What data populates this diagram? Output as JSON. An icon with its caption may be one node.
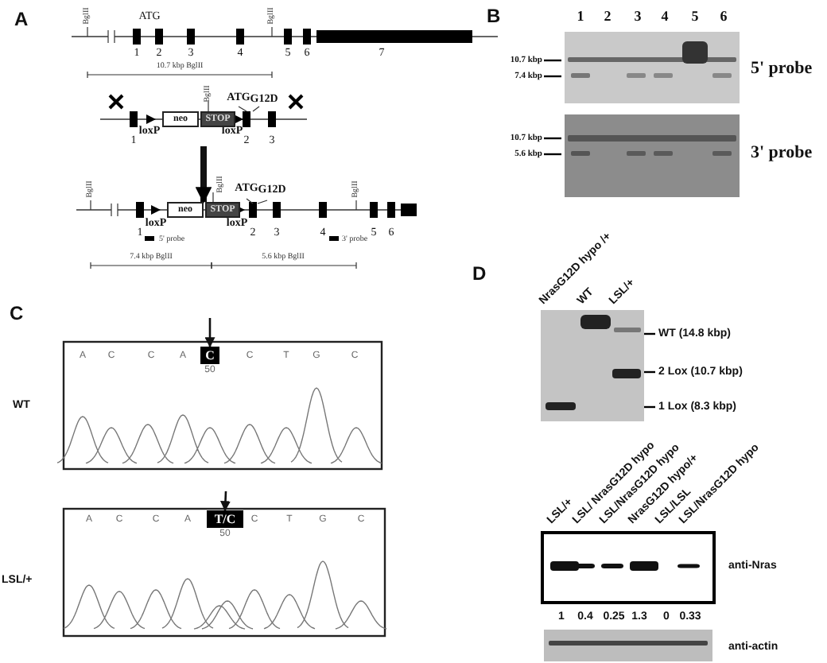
{
  "diagram": {
    "nodes": [
      {
        "text": [
          "neo"
        ]
      },
      {
        "text": [
          "STOP"
        ]
      },
      {
        "text": [
          "neo"
        ]
      },
      {
        "text": [
          "STOP"
        ]
      },
      {
        "text": [
          "C"
        ],
        "beside": [
          "50"
        ]
      },
      {
        "text": [
          "T/C"
        ],
        "beside": [
          "50"
        ]
      }
    ],
    "edges": [
      {
        "from": null,
        "to": 4,
        "arrow": "to"
      },
      {
        "from": null,
        "to": 5,
        "arrow": "to"
      },
      {
        "from": 1,
        "to": 3,
        "arrow": "to",
        "style": "thick"
      }
    ],
    "labels": [
      "A",
      "BglII",
      "ATG",
      "BglII",
      "1",
      "2",
      "3",
      "4",
      "5",
      "6",
      "7",
      "10.7 kbp BglII",
      "BglII",
      "ATG",
      "G12D",
      "1",
      "loxP",
      "loxP",
      "2",
      "3",
      "BglII",
      "BglII",
      "ATG",
      "G12D",
      "BglII",
      "1",
      "loxP",
      "loxP",
      "2",
      "3",
      "4",
      "5",
      "6",
      "5' probe",
      "3' probe",
      "7.4 kbp BglII",
      "5.6 kbp BglII",
      "B",
      "1",
      "2",
      "3",
      "4",
      "5",
      "6",
      "10.7 kbp",
      "7.4 kbp",
      "5' probe",
      "10.7 kbp",
      "5.6 kbp",
      "3' probe",
      "C",
      "A",
      "C",
      "C",
      "A",
      "C",
      "T",
      "G",
      "C",
      "WT",
      "A",
      "C",
      "C",
      "A",
      "C",
      "T",
      "G",
      "C",
      "LSL/+",
      "D",
      "NrasG12D hypo /+",
      "WT",
      "LSL/+",
      "WT (14.8 kbp)",
      "2 Lox (10.7 kbp)",
      "1 Lox (8.3 kbp)",
      "LSL/+",
      "LSL/ NrasG12D hypo",
      "LSL/NrasG12D hypo",
      "NrasG12D hypo/+",
      "LSL/LSL",
      "LSL/NrasG12D hypo",
      "anti-Nras",
      "1",
      "0.4",
      "0.25",
      "1.3",
      "0",
      "0.33",
      "anti-actin"
    ]
  }
}
